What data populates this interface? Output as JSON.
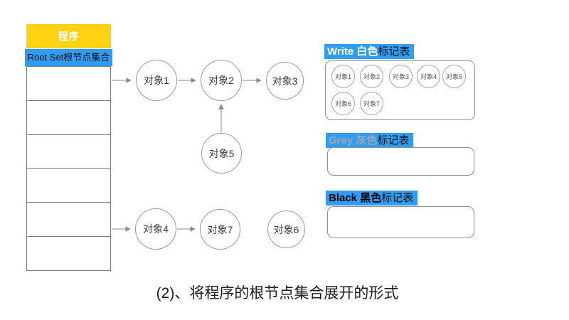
{
  "program_table": {
    "header": "程序",
    "root_row": "Root Set根节点集合",
    "empty_row_count": 6
  },
  "graph": {
    "nodes": [
      {
        "id": "obj1",
        "label": "对象1"
      },
      {
        "id": "obj2",
        "label": "对象2"
      },
      {
        "id": "obj3",
        "label": "对象3"
      },
      {
        "id": "obj4",
        "label": "对象4"
      },
      {
        "id": "obj5",
        "label": "对象5"
      },
      {
        "id": "obj6",
        "label": "对象6"
      },
      {
        "id": "obj7",
        "label": "对象7"
      }
    ],
    "edges": [
      {
        "from": "root-set",
        "to": "obj1"
      },
      {
        "from": "obj1",
        "to": "obj2"
      },
      {
        "from": "obj2",
        "to": "obj3"
      },
      {
        "from": "obj5",
        "to": "obj2"
      },
      {
        "from": "root-set",
        "to": "obj4"
      },
      {
        "from": "obj4",
        "to": "obj7"
      }
    ]
  },
  "marking_tables": {
    "white": {
      "label_bold": "Write 白色",
      "label_rest": "标记表",
      "items": [
        "对象1",
        "对象2",
        "对象3",
        "对象4",
        "对象5",
        "对象6",
        "对象7"
      ]
    },
    "grey": {
      "label_bold": "Grey 灰色",
      "label_rest": "标记表",
      "items": []
    },
    "black": {
      "label_bold": "Black 黑色",
      "label_rest": "标记表",
      "items": []
    }
  },
  "caption": "(2)、将程序的根节点集合展开的形式",
  "colors": {
    "header_yellow": "#FFD213",
    "highlight_blue": "#2F9CF5",
    "grey_label_text": "#9FA6AD",
    "line_grey": "#8a8a8a"
  }
}
